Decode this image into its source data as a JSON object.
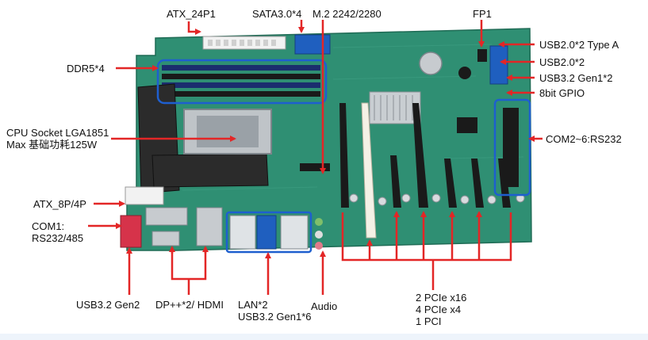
{
  "colors": {
    "board": "#2f8f73",
    "board_dark": "#1f6b55",
    "callout": "#e32626",
    "highlight": "#1e5fcf",
    "slot": "#1a1a1a",
    "pci_slot": "#f4f1e6",
    "heatsink": "#2b2b2b",
    "metal": "#bfc4c8"
  },
  "labels": {
    "atx24": "ATX_24P1",
    "sata": "SATA3.0*4",
    "m2": "M.2 2242/2280",
    "fp1": "FP1",
    "ddr5": "DDR5*4",
    "cpu": "CPU Socket LGA1851\nMax 基础功耗125W",
    "atx8": "ATX_8P/4P",
    "com1": "COM1:\nRS232/485",
    "usb2_typea": "USB2.0*2 Type A",
    "usb2": "USB2.0*2",
    "usb32_gen1": "USB3.2 Gen1*2",
    "gpio": "8bit GPIO",
    "com2_6": "COM2~6:RS232",
    "usb32_gen2": "USB3.2 Gen2",
    "dp_hdmi": "DP++*2/ HDMI",
    "lan_usb": "LAN*2\nUSB3.2 Gen1*6",
    "audio": "Audio",
    "pcie": "2 PCIe x16\n4 PCIe x4\n1 PCI"
  }
}
